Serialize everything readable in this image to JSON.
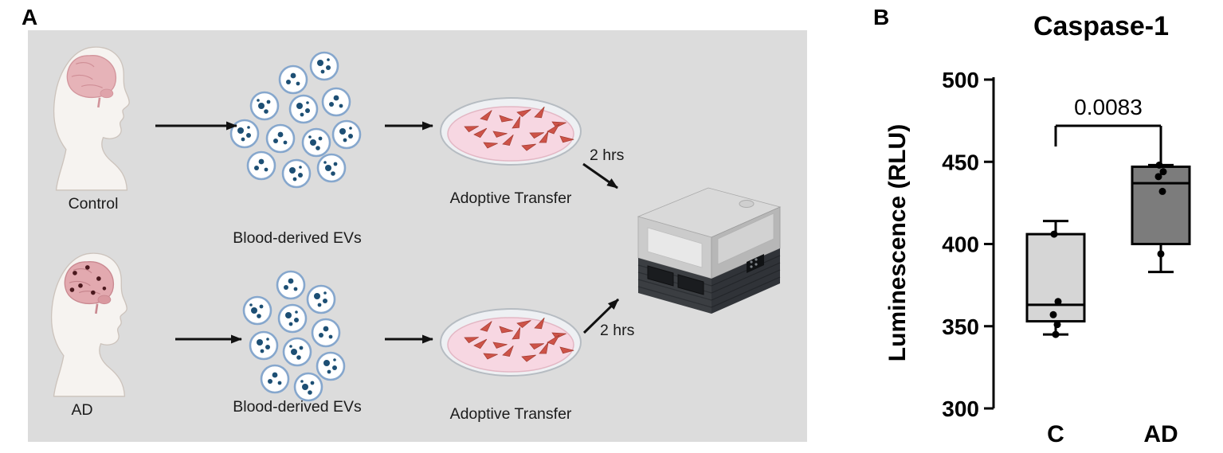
{
  "panel_labels": {
    "a": "A",
    "b": "B"
  },
  "panel_a": {
    "top_row": {
      "source": "Control",
      "evs": "Blood-derived EVs",
      "transfer": "Adoptive Transfer",
      "time": "2 hrs"
    },
    "bottom_row": {
      "source": "AD",
      "evs": "Blood-derived EVs",
      "transfer": "Adoptive Transfer",
      "time": "2 hrs"
    },
    "icons": {
      "control_head": "human-head-profile-brain-icon",
      "ad_head": "human-head-profile-ad-plaques-brain-icon",
      "ev_cluster": "blood-derived-ev-vesicles-icon",
      "petri_dish": "petri-dish-with-cells-icon",
      "plate_reader": "plate-reader-instrument-icon",
      "arrow": "right-arrow-icon"
    },
    "background_color": "#dcdcdc"
  },
  "chart_data": {
    "type": "box",
    "title": "Caspase-1",
    "ylabel": "Luminescence (RLU)",
    "ylim": [
      300,
      500
    ],
    "yticks": [
      300,
      350,
      400,
      450,
      500
    ],
    "categories": [
      "C",
      "AD"
    ],
    "grid": false,
    "boxes": [
      {
        "category": "C",
        "whisker_low": 345,
        "q1": 353,
        "median": 363,
        "q3": 406,
        "whisker_high": 414,
        "fill": "#d6d6d6",
        "points": [
          406,
          365,
          357,
          351,
          345
        ]
      },
      {
        "category": "AD",
        "whisker_low": 383,
        "q1": 400,
        "median": 437,
        "q3": 447,
        "whisker_high": 448,
        "fill": "#7c7c7c",
        "points": [
          448,
          444,
          441,
          432,
          394
        ]
      }
    ],
    "significance": {
      "label": "0.0083",
      "pair": [
        "C",
        "AD"
      ]
    },
    "axis_color": "#000000"
  }
}
